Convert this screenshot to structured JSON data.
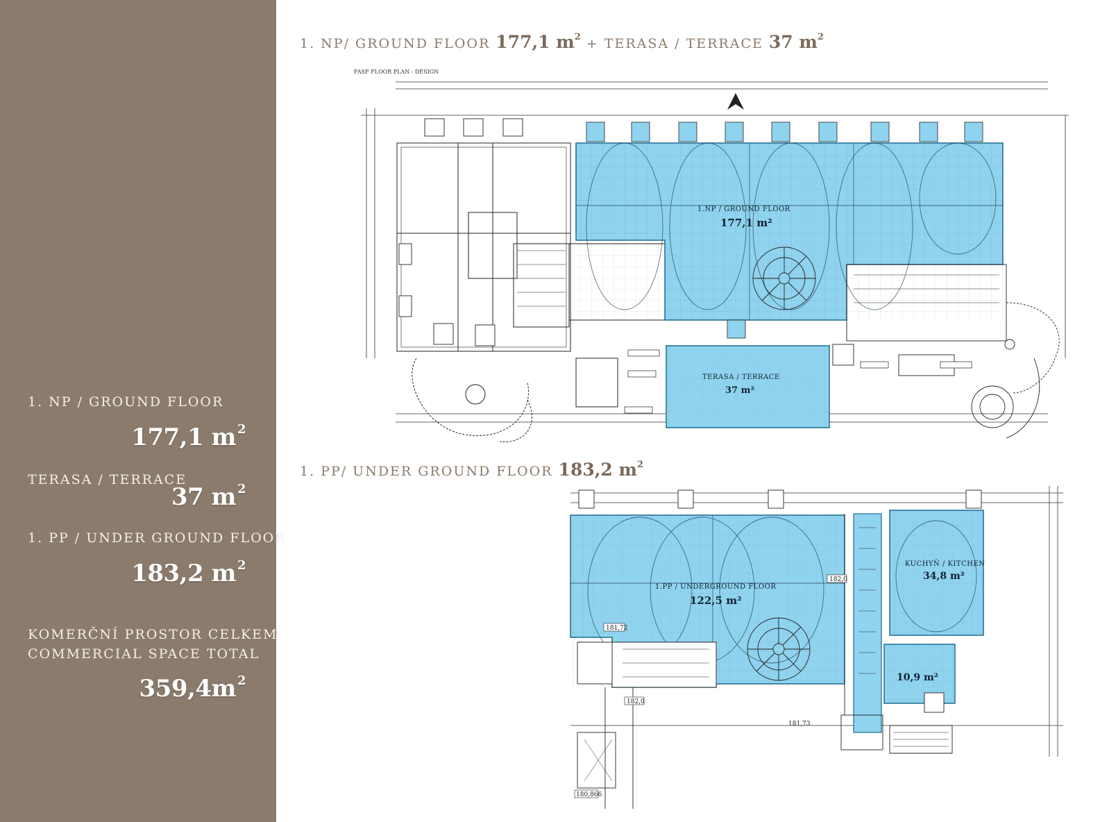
{
  "sidebar": {
    "ground_floor_label": "1. NP / GROUND FLOOR",
    "ground_floor_value": "177,1 m",
    "terrace_label": "TERASA / TERRACE",
    "terrace_value": "37 m",
    "underground_label": "1. PP / UNDER GROUND FLOOR",
    "underground_value": "183,2 m",
    "total_label_cz": "KOMERČNÍ PROSTOR CELKEM",
    "total_label_en": "COMMERCIAL SPACE TOTAL",
    "total_value": "359,4m",
    "area_unit_superscript": "2"
  },
  "ground_plan": {
    "heading_prefix": "1. NP/ GROUND FLOOR",
    "heading_area": "177,1 m",
    "heading_middle": " + TERASA / TERRACE ",
    "heading_terrace_area": "37 m",
    "drawing_caption": "FASF FLOOR PLAN - DESIGN",
    "zone_main_label": "1.NP / GROUND FLOOR",
    "zone_main_area": "177,1 m²",
    "zone_terrace_label": "TERASA / TERRACE",
    "zone_terrace_area": "37 m²"
  },
  "underground_plan": {
    "heading_prefix": "1. PP/ UNDER GROUND FLOOR",
    "heading_area": "183,2 m",
    "zone_main_label": "1.PP / UNDERGROUND FLOOR",
    "zone_main_area": "122,5 m²",
    "zone_kitchen_label": "KUCHYŇ / KITCHEN",
    "zone_kitchen_area": "34,8 m²",
    "zone_small_area": "10,9 m²",
    "level_marks": [
      "182,0",
      "181,72",
      "182,0",
      "181,73",
      "180,866"
    ]
  },
  "colors": {
    "sidebar_bg": "#8b7b6c",
    "highlight_fill": "#8fd3ee",
    "highlight_stroke": "#1f6b8f",
    "line": "#2a2a2a",
    "heading": "#8b7b6c"
  }
}
